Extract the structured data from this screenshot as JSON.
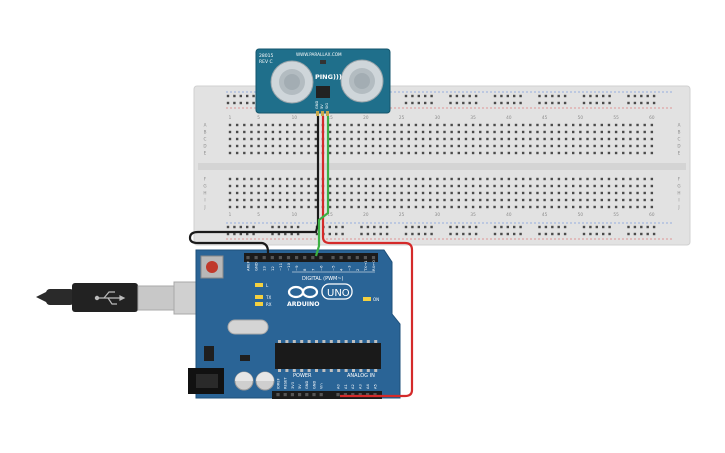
{
  "colors": {
    "breadboard": "#e2e2e2",
    "breadboard_hole": "#4a4a4a",
    "rail_red": "#d94a4a",
    "rail_blue": "#4a78d9",
    "arduino_blue": "#2a6496",
    "sensor_blue": "#1f6f8b",
    "wire_black": "#1a1a1a",
    "wire_red": "#d42a2a",
    "wire_green": "#3cb043"
  },
  "breadboard": {
    "col_numbers": [
      "1",
      "5",
      "10",
      "15",
      "20",
      "25",
      "30",
      "35",
      "40",
      "45",
      "50",
      "55",
      "60"
    ],
    "row_letters_top": [
      "A",
      "B",
      "C",
      "D",
      "E"
    ],
    "row_letters_bottom": [
      "F",
      "G",
      "H",
      "I",
      "J"
    ]
  },
  "sensor": {
    "model_label": "28015",
    "revision_label": "REV C",
    "url_label": "WWW.PARALLAX.COM",
    "brand_label": "PING)))",
    "pin_labels": [
      "GND",
      "5V",
      "SIG"
    ]
  },
  "arduino": {
    "top_pin_labels": [
      "AREF",
      "GND",
      "13",
      "12",
      "~11",
      "~10",
      "~9",
      "8",
      "7",
      "~6",
      "~5",
      "4",
      "~3",
      "2",
      "TX→1",
      "RX←0"
    ],
    "digital_label": "DIGITAL (PWM~)",
    "logo_label": "ARDUINO",
    "model_label": "UNO",
    "on_label": "ON",
    "led_labels": [
      "L",
      "TX",
      "RX"
    ],
    "power_label": "POWER",
    "analog_label": "ANALOG IN",
    "power_pin_labels": [
      "IOREF",
      "RESET",
      "3V3",
      "5V",
      "GND",
      "GND",
      "Vin"
    ],
    "analog_pin_labels": [
      "A0",
      "A1",
      "A2",
      "A3",
      "A4",
      "A5"
    ]
  }
}
